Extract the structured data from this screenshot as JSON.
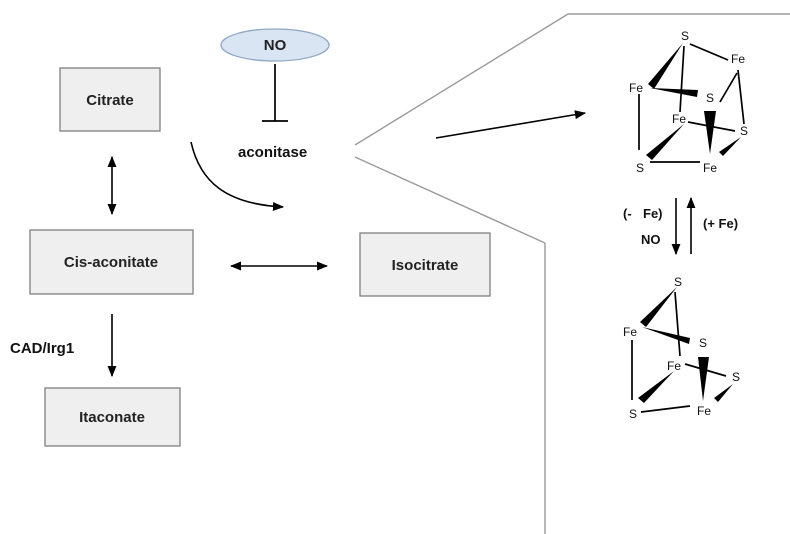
{
  "nodes": {
    "no": "NO",
    "citrate": "Citrate",
    "cis_aconitate": "Cis-aconitate",
    "isocitrate": "Isocitrate",
    "itaconate": "Itaconate"
  },
  "labels": {
    "enzyme": "aconitase",
    "cad": "CAD/Irg1",
    "minus_fe_open": "(-",
    "minus_fe": "Fe)",
    "plus_fe": "(+ Fe)",
    "no_small": "NO"
  },
  "cluster_4fe4s": {
    "S1": "S",
    "Fe1": "Fe",
    "Fe2": "Fe",
    "S2": "S",
    "Fe3": "Fe",
    "S3": "S",
    "S4": "S",
    "Fe4": "Fe"
  },
  "cluster_3fe4s": {
    "S1": "S",
    "Fe1": "Fe",
    "S2": "S",
    "Fe2": "Fe",
    "S3": "S",
    "S4": "S",
    "Fe3": "Fe"
  },
  "colors": {
    "no_fill": "#d9e5f2",
    "no_stroke": "#8fa7c4",
    "box_fill": "#efefef",
    "box_stroke": "#7f7f7f",
    "divider": "#9a9a9a"
  }
}
